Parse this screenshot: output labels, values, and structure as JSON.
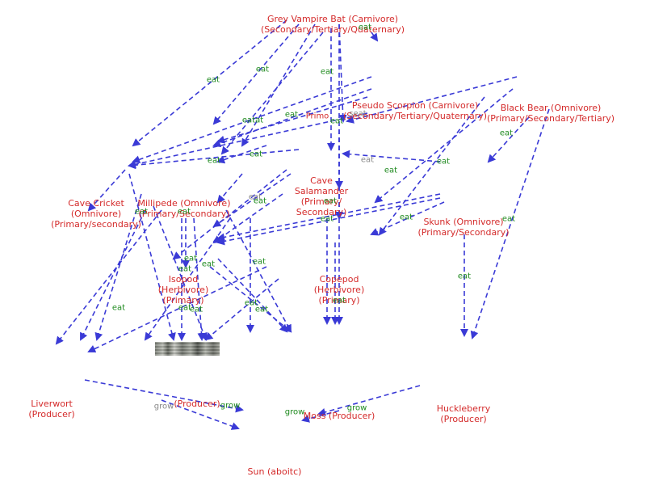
{
  "colors": {
    "node_text": "#d42a2a",
    "edge": "#3a3ad6",
    "edge_label_eat": "#1f8a1f",
    "edge_label_grey": "#888888"
  },
  "nodes": {
    "grey_vampire_bat": [
      "Grey Vampire Bat (Carnivore)",
      "(Secondary/Tertiary/Quaternary)"
    ],
    "pseudo_scorpion": [
      "Pseudo Scorpion (Carnivore)",
      "(Secondary/Tertiary/Quaternary)"
    ],
    "black_bear": [
      "Black Bear (Omnivore)",
      "(Primary/Secondary/Tertiary)"
    ],
    "cave_cricket": [
      "Cave Cricket",
      "(Omnivore)",
      "(Primary/secondary)"
    ],
    "millipede": [
      "Millipede (Omnivore)",
      "(Primary/Secondary)"
    ],
    "cave_salamander": [
      "Cave",
      "Salamander",
      "(Primary/",
      "Secondary)"
    ],
    "skunk": [
      "Skunk (Omnivore)",
      "(Primary/Secondary)"
    ],
    "isopod": [
      "Isopod",
      "(Herbivore)",
      "(Primary)"
    ],
    "copepod": [
      "Copepod",
      "(Herbivore)",
      "(Primary)"
    ],
    "liverwort": [
      "Liverwort",
      "(Producer)"
    ],
    "mushroom": [
      "(Producer)"
    ],
    "moss": [
      "Moss (Producer)"
    ],
    "huckleberry": [
      "Huckleberry",
      "(Producer)"
    ],
    "sun": [
      "Sun (aboitc)"
    ]
  },
  "edge_labels": {
    "eat": "eat",
    "seat": "seat",
    "grow": "grow",
    "eatat": "eatat",
    "primo": "Primo"
  }
}
